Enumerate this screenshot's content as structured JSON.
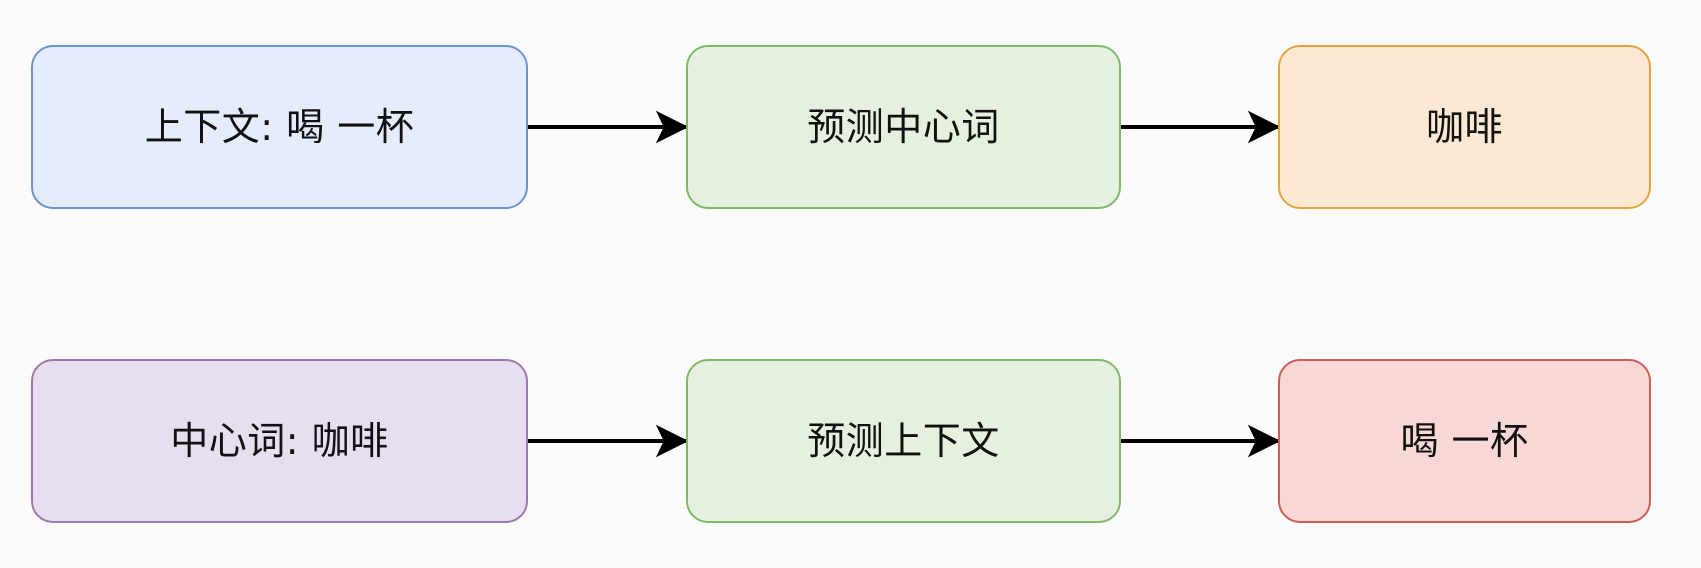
{
  "rows": [
    {
      "input": {
        "label": "上下文: 喝  一杯",
        "fill": "#e5ecfb",
        "stroke": "#6f93cf"
      },
      "process": {
        "label": "预测中心词",
        "fill": "#e5f0df",
        "stroke": "#80b86a"
      },
      "output": {
        "label": "咖啡",
        "fill": "#fde9d3",
        "stroke": "#e2a63f"
      }
    },
    {
      "input": {
        "label": "中心词: 咖啡",
        "fill": "#e7dff0",
        "stroke": "#9a79b2"
      },
      "process": {
        "label": "预测上下文",
        "fill": "#e5f0df",
        "stroke": "#80b86a"
      },
      "output": {
        "label": "喝  一杯",
        "fill": "#f8d8d6",
        "stroke": "#cf5c56"
      }
    }
  ],
  "colors": {
    "arrow": "#000000",
    "background": "#fbfbfb"
  }
}
